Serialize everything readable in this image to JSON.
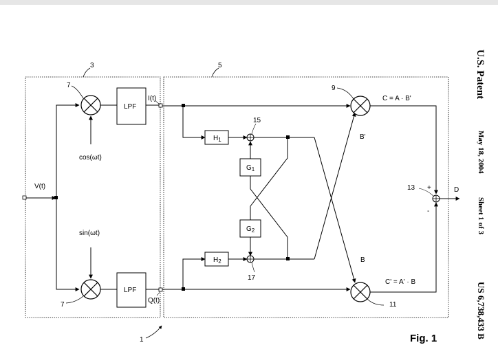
{
  "header": {
    "patent": "U.S. Patent",
    "date": "May 18, 2004",
    "sheet": "Sheet 1 of 3",
    "number": "US 6,738,433 B"
  },
  "figure_label": "Fig. 1",
  "refs": {
    "r1": "1",
    "r3": "3",
    "r5": "5",
    "r7_top": "7",
    "r7_bottom": "7",
    "r9": "9",
    "r11": "11",
    "r13": "13",
    "r15": "15",
    "r17": "17"
  },
  "blocks": {
    "lpf_top": "LPF",
    "lpf_bottom": "LPF",
    "h1": "H",
    "h1_sub": "1",
    "h2": "H",
    "h2_sub": "2",
    "g1": "G",
    "g1_sub": "1",
    "g2": "G",
    "g2_sub": "2"
  },
  "signals": {
    "v": "V(t)",
    "cos": "cos(ωt)",
    "sin": "sin(ωt)",
    "i": "I(t)",
    "q": "Q(t)",
    "c": "C = A · B'",
    "c_prime": "C' = A' · B",
    "b_prime": "B'",
    "b": "B",
    "d": "D",
    "plus": "+",
    "minus": "-"
  }
}
